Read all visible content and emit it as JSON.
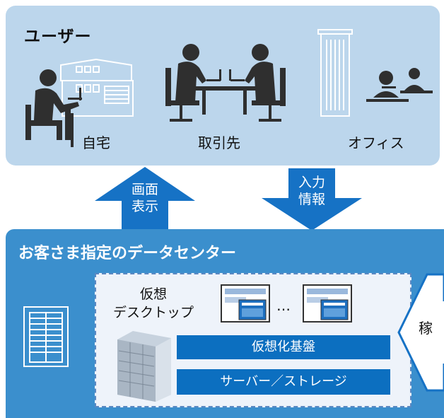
{
  "users": {
    "title": "ユーザー",
    "places": [
      {
        "label": "自宅",
        "icon": "home-worker-icon"
      },
      {
        "label": "取引先",
        "icon": "meeting-icon"
      },
      {
        "label": "オフィス",
        "icon": "office-building-icon"
      }
    ]
  },
  "flows": {
    "screen_display": [
      "画面",
      "表示"
    ],
    "input_info": [
      "入力",
      "情報"
    ]
  },
  "datacenter": {
    "title": "お客さま指定のデータセンター",
    "virtual_desktop": [
      "仮想",
      "デスクトップ"
    ],
    "ellipsis": "…",
    "layers": [
      "仮想化基盤",
      "サーバー／ストレージ"
    ],
    "side_label": "稼"
  },
  "colors": {
    "users_bg": "#bcd6ec",
    "datacenter_bg": "#3b8fcd",
    "bar_blue": "#0c6fc0",
    "arrow_blue": "#1672c5"
  }
}
